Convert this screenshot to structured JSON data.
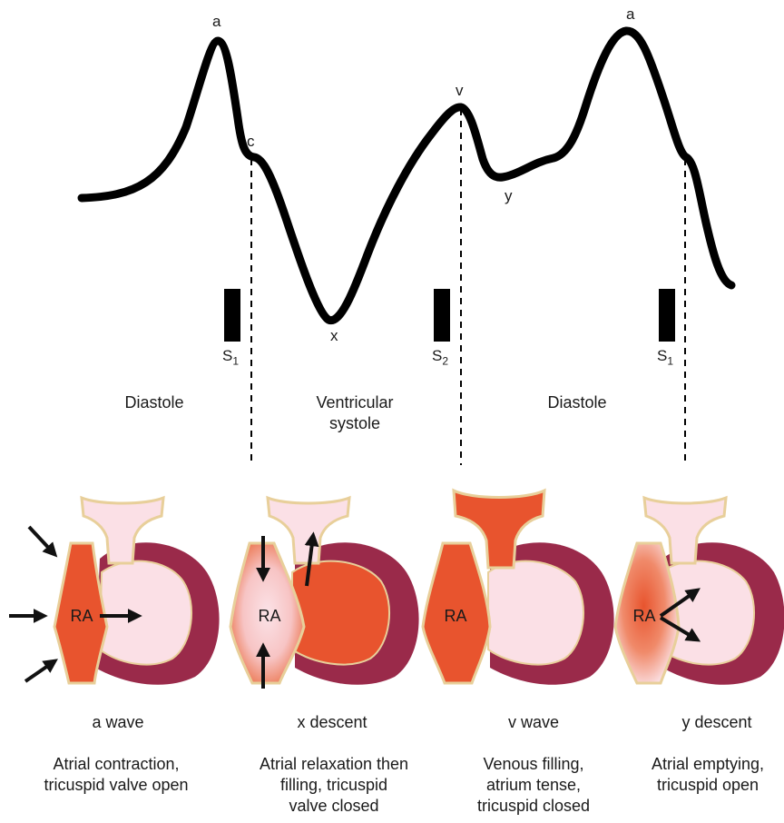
{
  "wave_points": {
    "a1": "a",
    "c": "c",
    "x": "x",
    "v": "v",
    "y": "y",
    "a2": "a"
  },
  "heart_sounds": [
    {
      "base": "S",
      "sub": "1"
    },
    {
      "base": "S",
      "sub": "2"
    },
    {
      "base": "S",
      "sub": "1"
    }
  ],
  "phases": {
    "diastole_1": "Diastole",
    "systole": "Ventricular\nsystole",
    "diastole_2": "Diastole"
  },
  "panels": [
    {
      "chamber": "RA",
      "title": "a wave",
      "desc": "Atrial contraction,\ntricuspid valve open"
    },
    {
      "chamber": "RA",
      "title": "x descent",
      "desc": "Atrial relaxation then\nfilling, tricuspid\nvalve closed"
    },
    {
      "chamber": "RA",
      "title": "v wave",
      "desc": "Venous filling,\natrium tense,\ntricuspid closed"
    },
    {
      "chamber": "RA",
      "title": "y descent",
      "desc": "Atrial emptying,\ntricuspid open"
    }
  ],
  "colors": {
    "atrium_red": "#e8542e",
    "atrium_pale": "#fbe0e6",
    "myocardium": "#9a2a4a",
    "outline": "#e8cf9a"
  }
}
